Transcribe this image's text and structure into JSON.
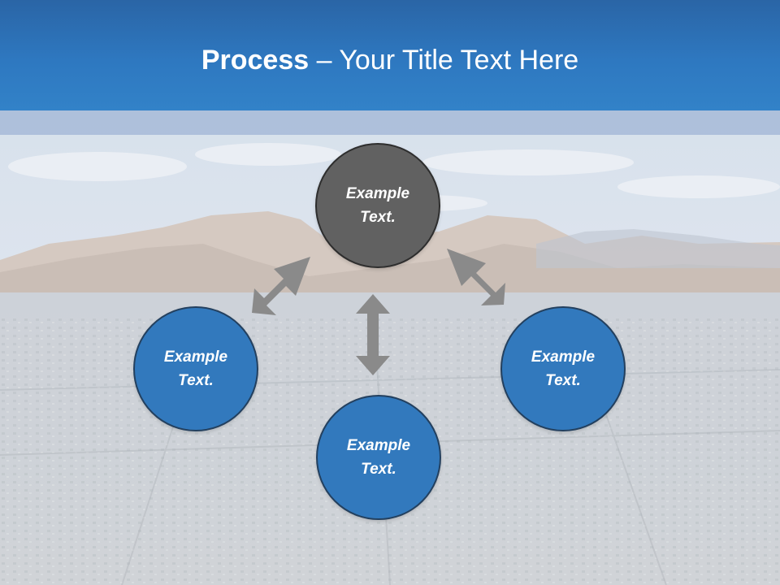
{
  "slide": {
    "title_bold": "Process",
    "title_rest": " – Your Title Text Here"
  },
  "nodes": {
    "top": {
      "line1": "Example",
      "line2": "Text."
    },
    "left": {
      "line1": "Example",
      "line2": "Text."
    },
    "right": {
      "line1": "Example",
      "line2": "Text."
    },
    "bottom": {
      "line1": "Example",
      "line2": "Text."
    }
  },
  "colors": {
    "header": "#2e78c0",
    "node_dark": "#616161",
    "node_blue": "#3279bd",
    "arrow": "#8a8a8a"
  }
}
